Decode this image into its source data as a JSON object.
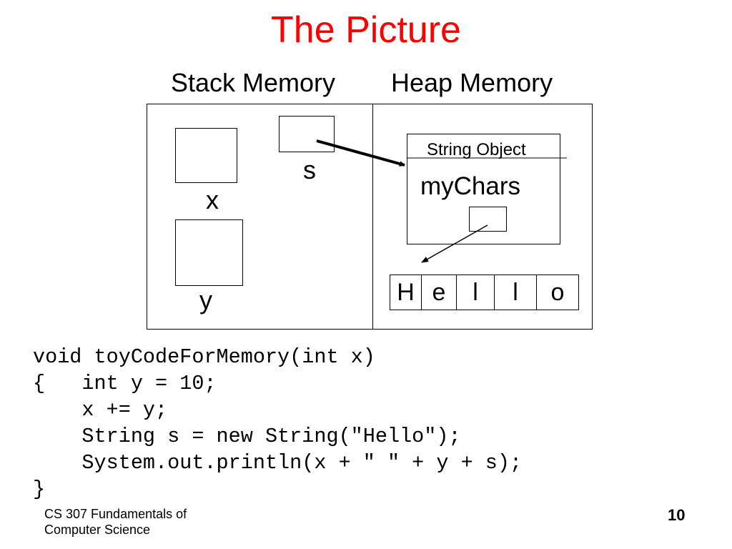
{
  "slide": {
    "title": "The Picture",
    "stack_header": "Stack Memory",
    "heap_header": "Heap Memory",
    "vars": {
      "x": "x",
      "y": "y",
      "s": "s"
    },
    "string_object_label": "String Object",
    "field_label": "myChars",
    "chars": [
      "H",
      "e",
      "l",
      "l",
      "o"
    ],
    "code_lines": [
      "void toyCodeForMemory(int x)",
      "{   int y = 10;",
      "    x += y;",
      "    String s = new String(\"Hello\");",
      "    System.out.println(x + \" \" + y + s);",
      "}"
    ],
    "footer_line1": "CS 307 Fundamentals of",
    "footer_line2": "Computer Science",
    "page_number": "10",
    "title_color": "#ff0000"
  }
}
